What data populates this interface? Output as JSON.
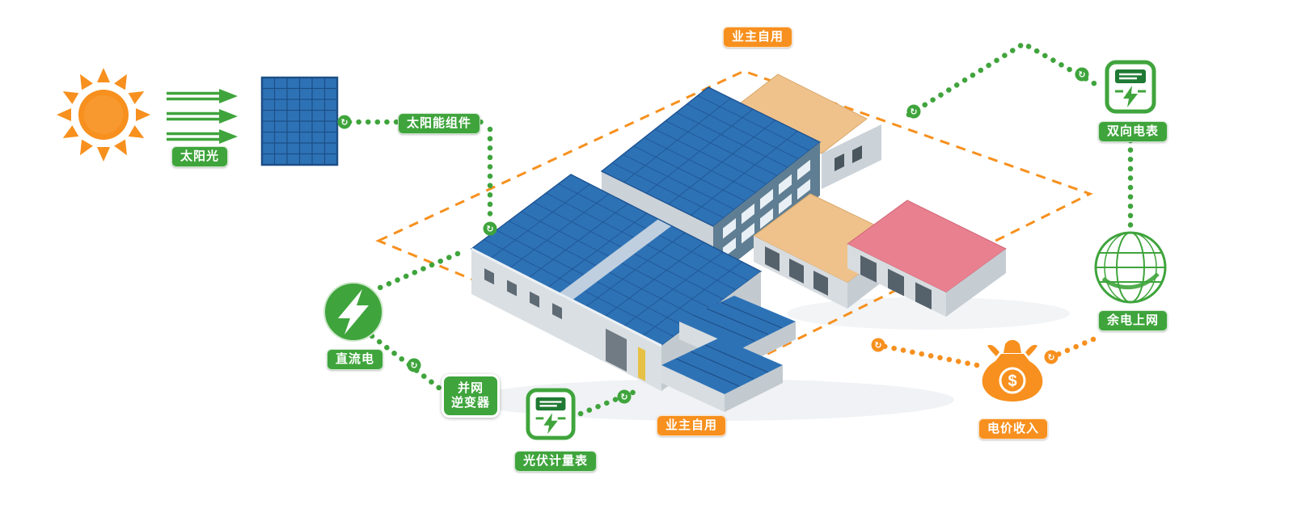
{
  "diagram": {
    "labels": {
      "sunlight": "太阳光",
      "solar_module": "太阳能组件",
      "owner_self_use_top": "业主自用",
      "owner_self_use_bottom": "业主自用",
      "dc_power": "直流电",
      "inverter_line1": "并网",
      "inverter_line2": "逆变器",
      "pv_meter": "光伏计量表",
      "bidirectional_meter": "双向电表",
      "surplus_to_grid": "余电上网",
      "tariff_income": "电价收入"
    },
    "icons": {
      "currency_symbol": "$",
      "flow_glyph": "↻"
    },
    "colors": {
      "green": "#3FA43C",
      "orange": "#F7901E",
      "panel_blue": "#2E72B6",
      "roof_tan": "#EFC28C",
      "roof_pink": "#E9808F"
    }
  }
}
